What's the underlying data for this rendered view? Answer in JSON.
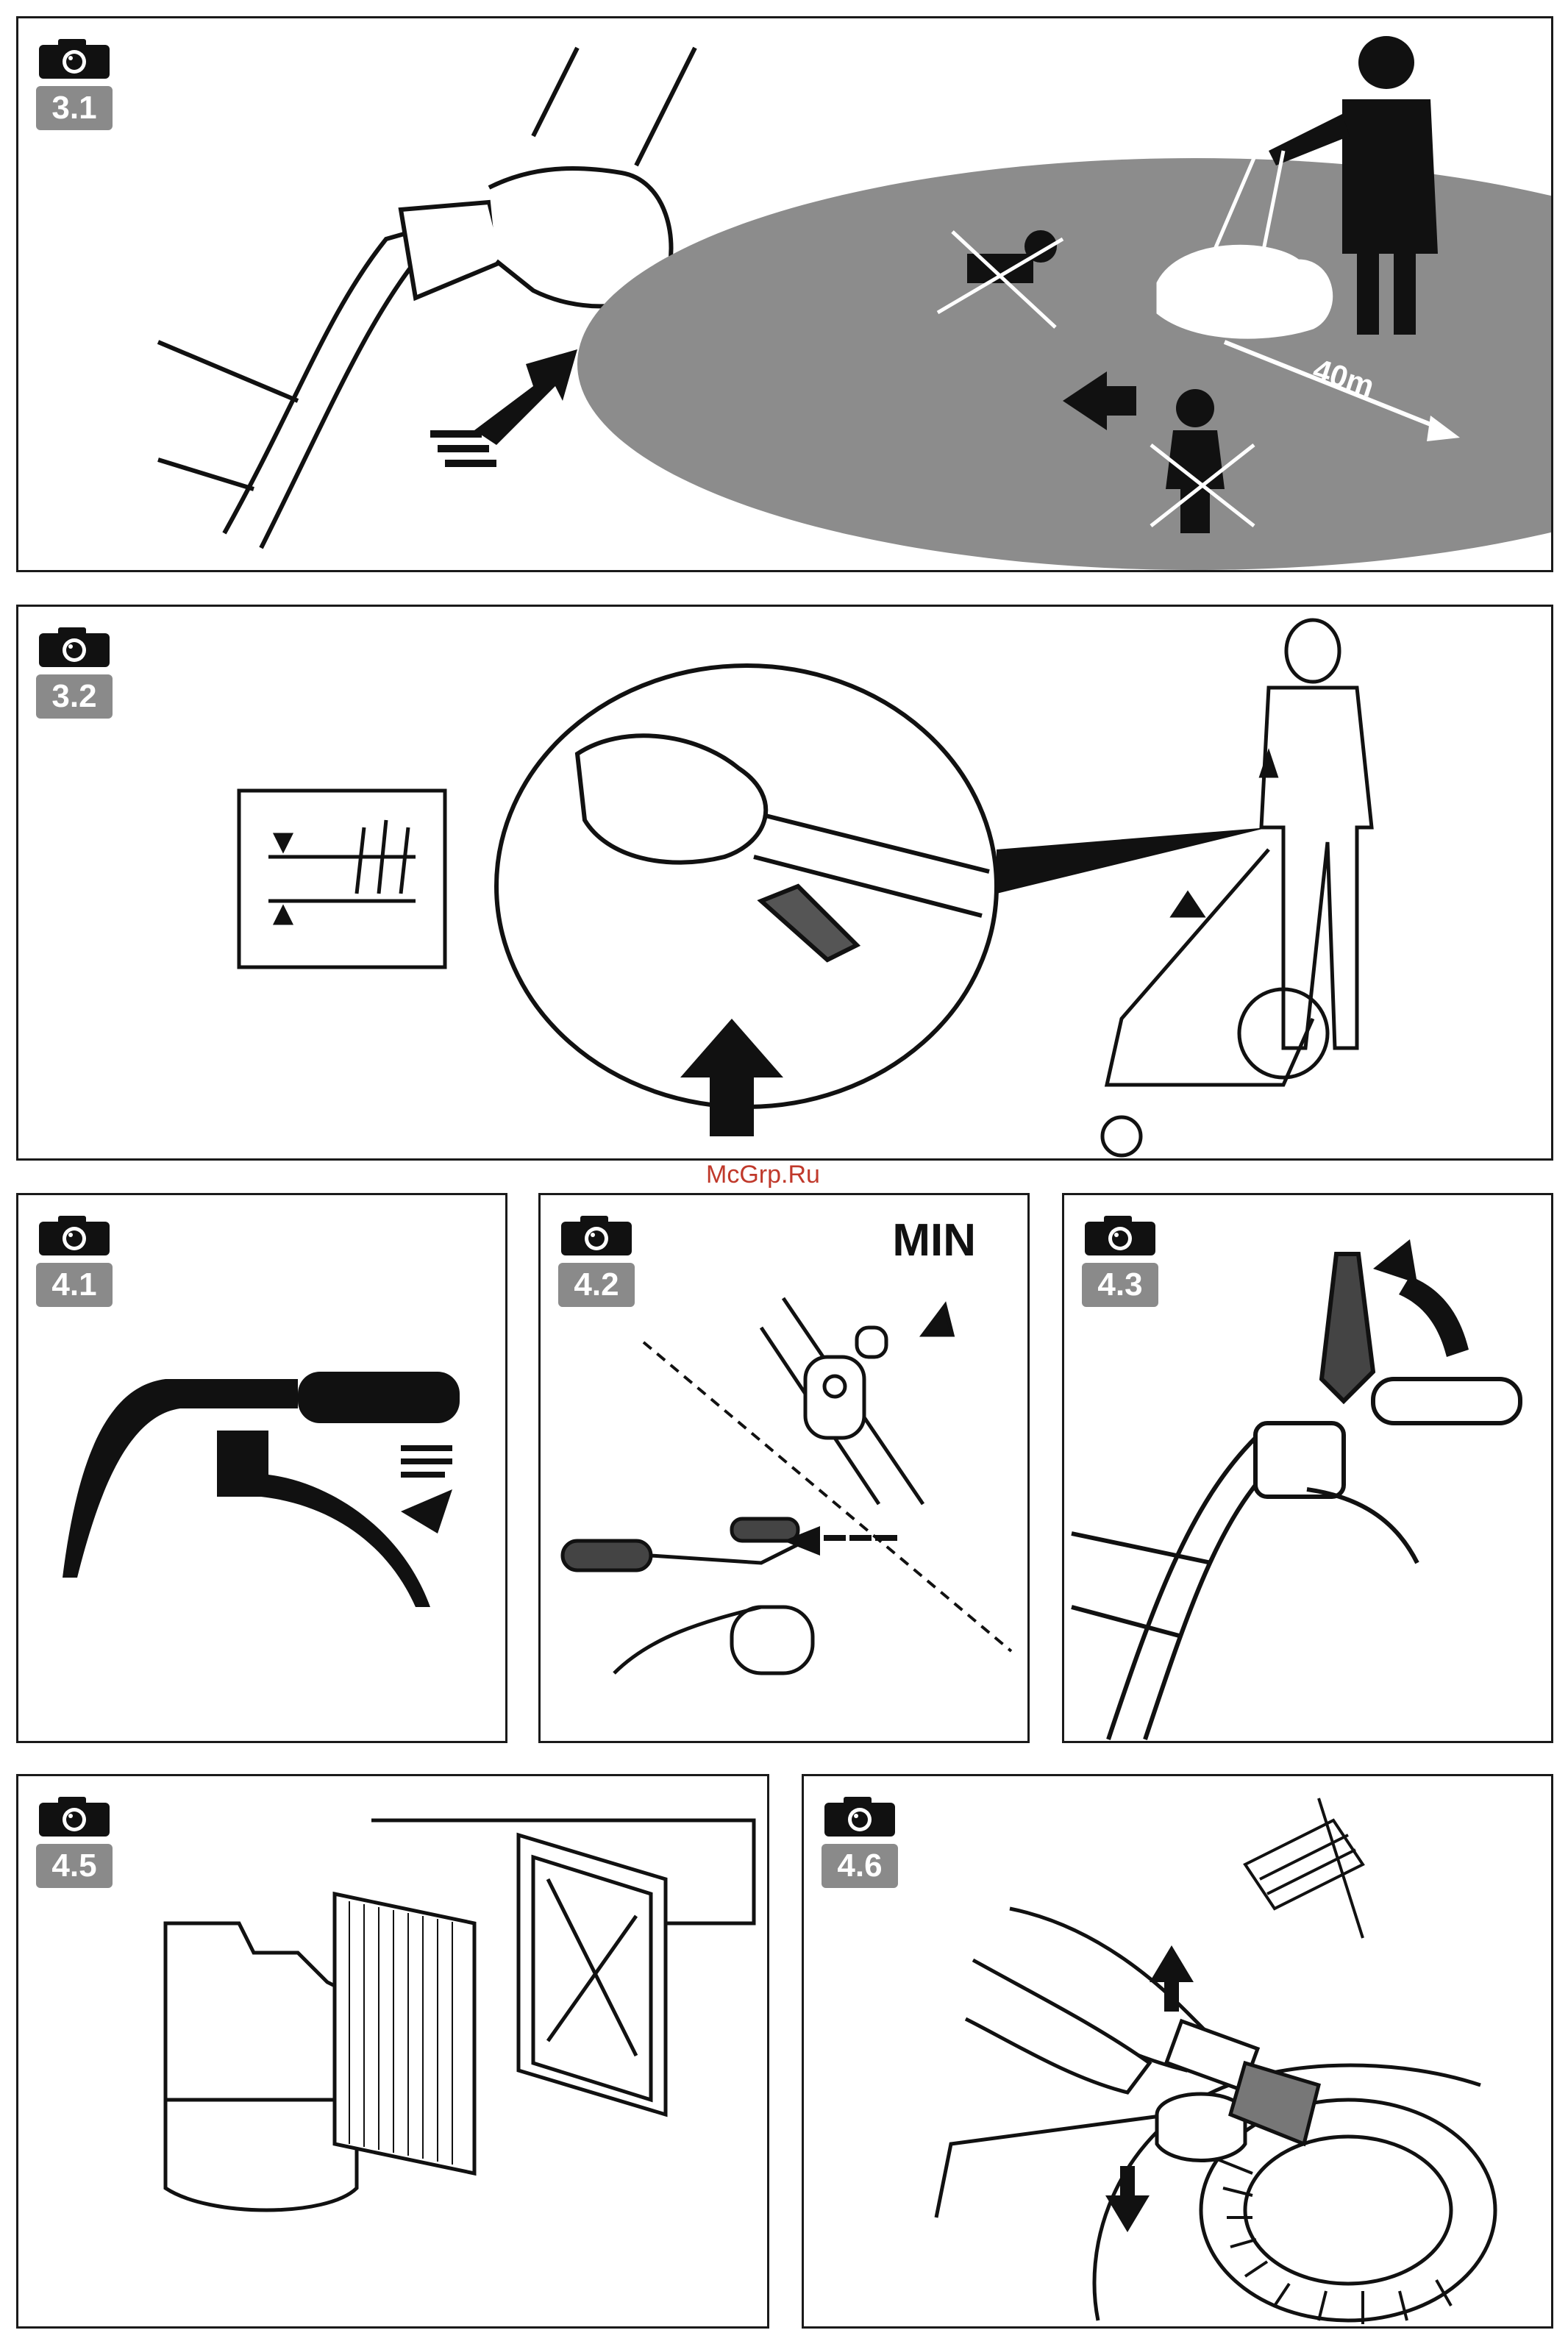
{
  "watermark": "McGrp.Ru",
  "panels": {
    "p31": {
      "badge": "3.1",
      "distance": "40m"
    },
    "p32": {
      "badge": "3.2"
    },
    "p41": {
      "badge": "4.1"
    },
    "p42": {
      "badge": "4.2",
      "label": "MIN"
    },
    "p43": {
      "badge": "4.3"
    },
    "p45": {
      "badge": "4.5"
    },
    "p46": {
      "badge": "4.6"
    }
  },
  "icons": [
    "camera-icon"
  ],
  "colors": {
    "badge": "#8a8a8a",
    "field": "#8c8c8c",
    "ink": "#111111",
    "watermark": "#c0392b"
  }
}
